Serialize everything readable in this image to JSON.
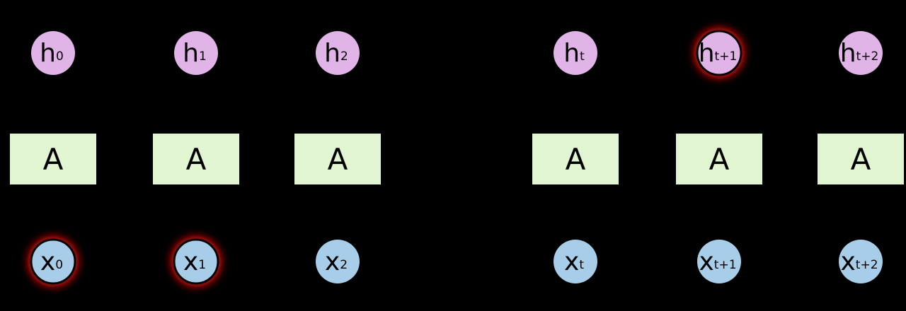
{
  "colors": {
    "background": "#000000",
    "hidden_fill": "#e1b4e8",
    "cell_fill": "#e1f5d2",
    "input_fill": "#a7cde9",
    "stroke": "#000000",
    "glow": "#d21414"
  },
  "cell_label": "A",
  "steps": [
    {
      "hidden": {
        "base": "h",
        "sub": "0"
      },
      "input": {
        "base": "x",
        "sub": "0"
      },
      "hidden_highlight": false,
      "input_highlight": true,
      "input_connected": true,
      "output_connected": false
    },
    {
      "hidden": {
        "base": "h",
        "sub": "1"
      },
      "input": {
        "base": "x",
        "sub": "1"
      },
      "hidden_highlight": false,
      "input_highlight": true,
      "input_connected": true,
      "output_connected": false
    },
    {
      "hidden": {
        "base": "h",
        "sub": "2"
      },
      "input": {
        "base": "x",
        "sub": "2"
      },
      "hidden_highlight": false,
      "input_highlight": false,
      "input_connected": false,
      "output_connected": false
    },
    {
      "hidden": {
        "base": "h",
        "sub": "t"
      },
      "input": {
        "base": "x",
        "sub": "t"
      },
      "hidden_highlight": false,
      "input_highlight": false,
      "input_connected": false,
      "output_connected": false
    },
    {
      "hidden": {
        "base": "h",
        "sub": "t+1"
      },
      "input": {
        "base": "x",
        "sub": "t+1"
      },
      "hidden_highlight": true,
      "input_highlight": false,
      "input_connected": false,
      "output_connected": true
    },
    {
      "hidden": {
        "base": "h",
        "sub": "t+2"
      },
      "input": {
        "base": "x",
        "sub": "t+2"
      },
      "hidden_highlight": false,
      "input_highlight": false,
      "input_connected": false,
      "output_connected": false
    }
  ]
}
